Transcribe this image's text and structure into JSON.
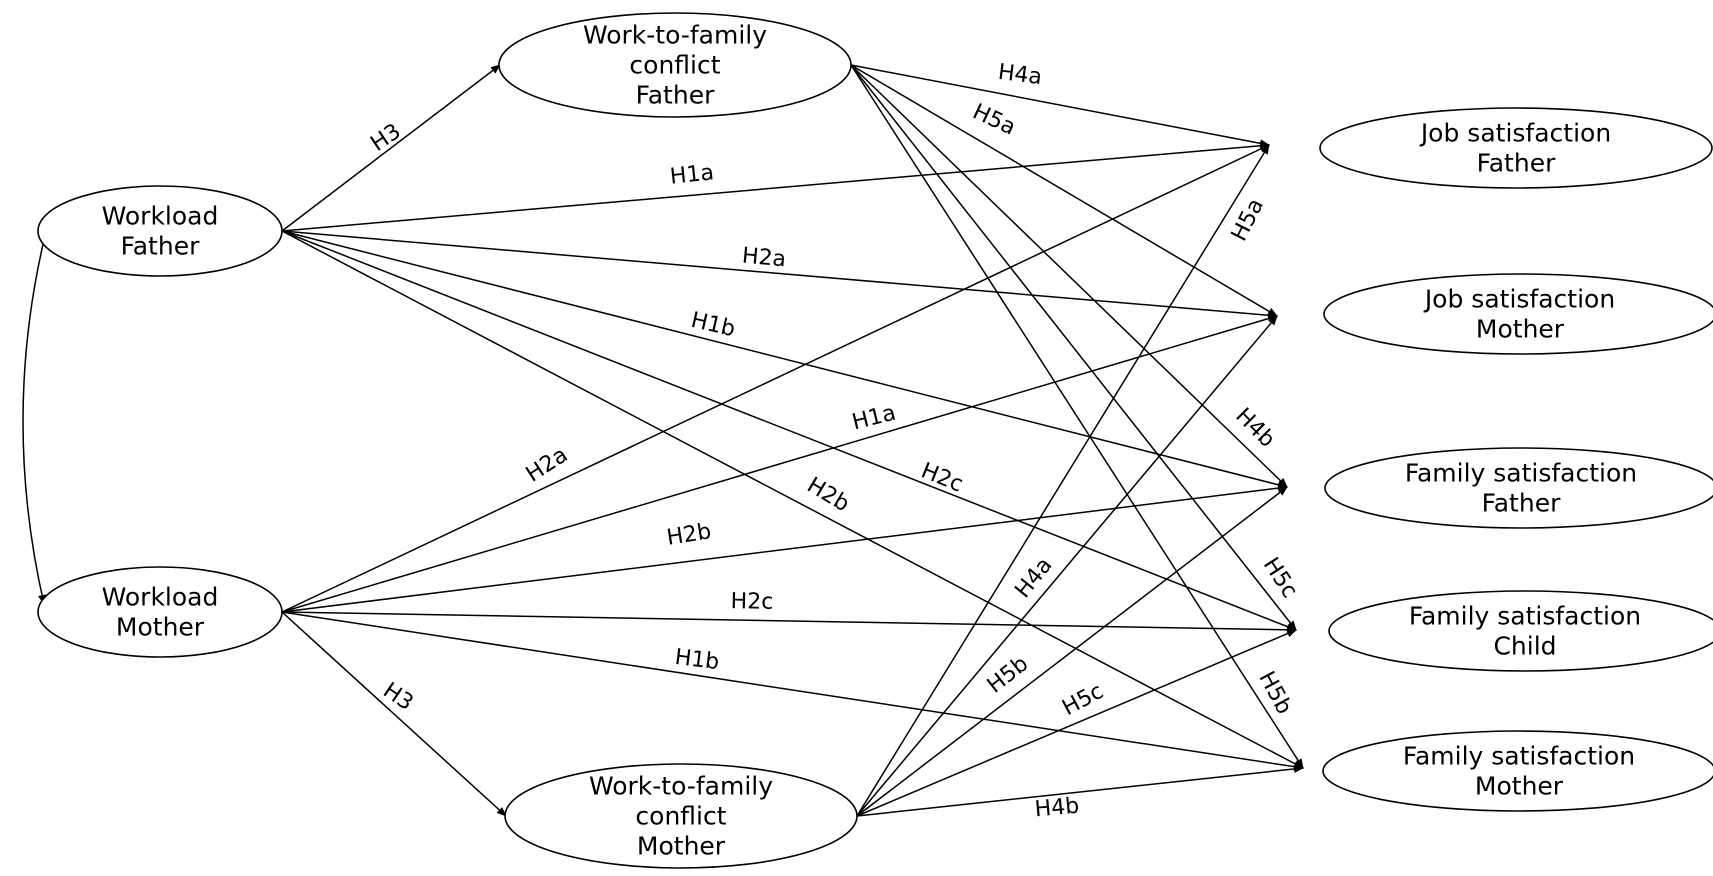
{
  "nodes": [
    {
      "id": "wf",
      "lines": [
        "Workload",
        "Father"
      ]
    },
    {
      "id": "wm",
      "lines": [
        "Workload",
        "Mother"
      ]
    },
    {
      "id": "wfcf",
      "lines": [
        "Work-to-family",
        "conflict",
        "Father"
      ]
    },
    {
      "id": "wfcm",
      "lines": [
        "Work-to-family",
        "conflict",
        "Mother"
      ]
    },
    {
      "id": "jsf",
      "lines": [
        "Job satisfaction",
        "Father"
      ]
    },
    {
      "id": "jsm",
      "lines": [
        "Job satisfaction",
        "Mother"
      ]
    },
    {
      "id": "fsf",
      "lines": [
        "Family satisfaction",
        "Father"
      ]
    },
    {
      "id": "fsc",
      "lines": [
        "Family satisfaction",
        "Child"
      ]
    },
    {
      "id": "fsm",
      "lines": [
        "Family satisfaction",
        "Mother"
      ]
    }
  ],
  "edges": [
    {
      "from": "wf",
      "to": "wfcf",
      "label": "H3"
    },
    {
      "from": "wf",
      "to": "jsf",
      "label": "H1a"
    },
    {
      "from": "wf",
      "to": "jsm",
      "label": "H2a"
    },
    {
      "from": "wf",
      "to": "fsf",
      "label": "H1b"
    },
    {
      "from": "wf",
      "to": "fsc",
      "label": "H2c"
    },
    {
      "from": "wf",
      "to": "fsm",
      "label": "H2b"
    },
    {
      "from": "wm",
      "to": "wfcm",
      "label": "H3"
    },
    {
      "from": "wm",
      "to": "jsf",
      "label": "H2a"
    },
    {
      "from": "wm",
      "to": "jsm",
      "label": "H1a"
    },
    {
      "from": "wm",
      "to": "fsf",
      "label": "H2b"
    },
    {
      "from": "wm",
      "to": "fsc",
      "label": "H2c"
    },
    {
      "from": "wm",
      "to": "fsm",
      "label": "H1b"
    },
    {
      "from": "wfcf",
      "to": "jsf",
      "label": "H4a"
    },
    {
      "from": "wfcf",
      "to": "jsm",
      "label": "H5a"
    },
    {
      "from": "wfcf",
      "to": "fsf",
      "label": "H4b"
    },
    {
      "from": "wfcf",
      "to": "fsc",
      "label": "H5c"
    },
    {
      "from": "wfcf",
      "to": "fsm",
      "label": "H5b"
    },
    {
      "from": "wfcm",
      "to": "jsf",
      "label": "H5a"
    },
    {
      "from": "wfcm",
      "to": "jsm",
      "label": "H4a"
    },
    {
      "from": "wfcm",
      "to": "fsf",
      "label": "H5b"
    },
    {
      "from": "wfcm",
      "to": "fsc",
      "label": "H5c"
    },
    {
      "from": "wfcm",
      "to": "fsm",
      "label": "H4b"
    },
    {
      "from": "wf",
      "to": "wm",
      "label": "",
      "kind": "covariance"
    }
  ]
}
